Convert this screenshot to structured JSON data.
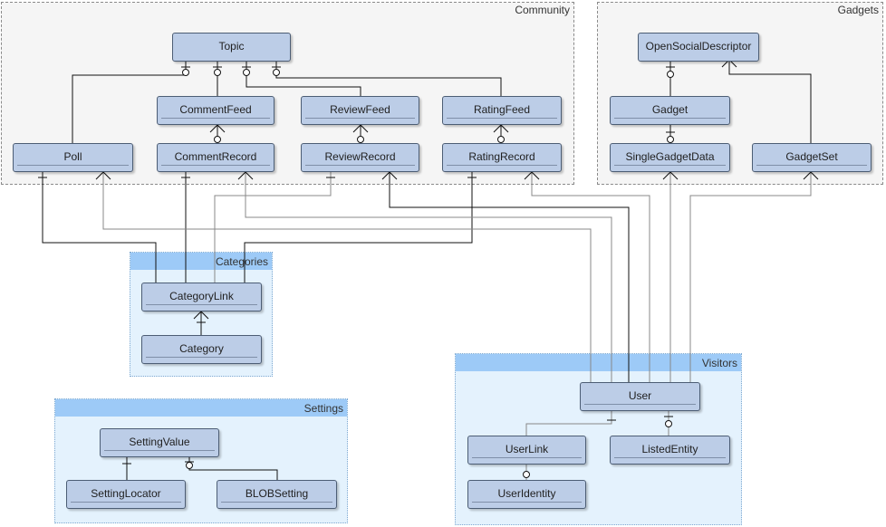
{
  "groups": {
    "community": "Community",
    "gadgets": "Gadgets",
    "categories": "Categories",
    "settings": "Settings",
    "visitors": "Visitors"
  },
  "entities": {
    "topic": "Topic",
    "comment_feed": "CommentFeed",
    "review_feed": "ReviewFeed",
    "rating_feed": "RatingFeed",
    "poll": "Poll",
    "comment_record": "CommentRecord",
    "review_record": "ReviewRecord",
    "rating_record": "RatingRecord",
    "open_social_descriptor": "OpenSocialDescriptor",
    "gadget": "Gadget",
    "single_gadget_data": "SingleGadgetData",
    "gadget_set": "GadgetSet",
    "category_link": "CategoryLink",
    "category": "Category",
    "setting_value": "SettingValue",
    "setting_locator": "SettingLocator",
    "blob_setting": "BLOBSetting",
    "user": "User",
    "user_link": "UserLink",
    "listed_entity": "ListedEntity",
    "user_identity": "UserIdentity"
  },
  "colors": {
    "entity_fill": "#bccde7",
    "entity_border": "#4c5d74",
    "group_gray": "#f5f5f5",
    "group_blue": "#e4f2fd",
    "group_band": "#9dcaf7"
  }
}
